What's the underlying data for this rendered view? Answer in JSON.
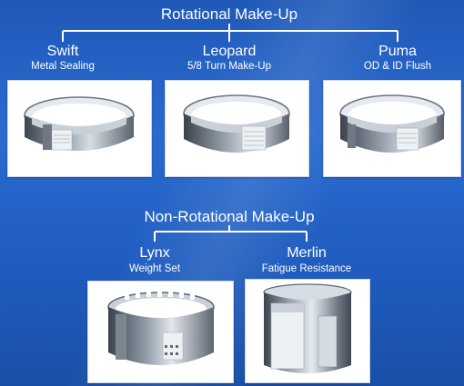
{
  "groups": [
    {
      "title": "Rotational Make-Up",
      "items": [
        {
          "name": "Swift",
          "subtitle": "Metal Sealing"
        },
        {
          "name": "Leopard",
          "subtitle": "5/8 Turn Make-Up"
        },
        {
          "name": "Puma",
          "subtitle": "OD & ID Flush"
        }
      ]
    },
    {
      "title": "Non-Rotational Make-Up",
      "items": [
        {
          "name": "Lynx",
          "subtitle": "Weight Set"
        },
        {
          "name": "Merlin",
          "subtitle": "Fatigue Resistance"
        }
      ]
    }
  ],
  "icons": {
    "swift": "connector-ring-icon",
    "leopard": "connector-ring-icon",
    "puma": "connector-ring-icon",
    "lynx": "castellated-ring-icon",
    "merlin": "tall-cylinder-icon"
  },
  "colors": {
    "background": "#2563c4",
    "text": "#ffffff",
    "panel": "#ffffff"
  }
}
